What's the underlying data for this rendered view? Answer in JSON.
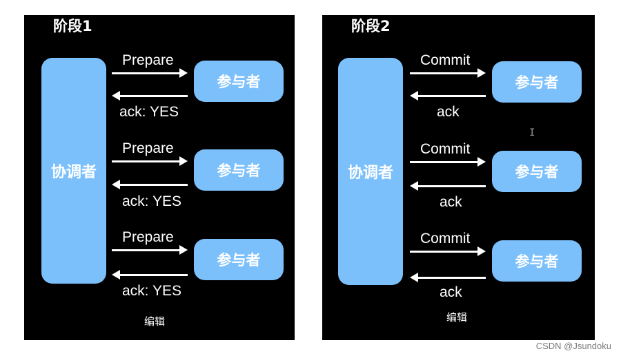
{
  "phase1": {
    "title": "阶段1",
    "coordinator": "协调者",
    "rows": [
      {
        "request": "Prepare",
        "participant": "参与者",
        "reply": "ack: YES"
      },
      {
        "request": "Prepare",
        "participant": "参与者",
        "reply": "ack: YES"
      },
      {
        "request": "Prepare",
        "participant": "参与者",
        "reply": "ack: YES"
      }
    ],
    "edit_label": "编辑"
  },
  "phase2": {
    "title": "阶段2",
    "coordinator": "协调者",
    "rows": [
      {
        "request": "Commit",
        "participant": "参与者",
        "reply": "ack"
      },
      {
        "request": "Commit",
        "participant": "参与者",
        "reply": "ack"
      },
      {
        "request": "Commit",
        "participant": "参与者",
        "reply": "ack"
      }
    ],
    "edit_label": "编辑"
  },
  "watermark": "CSDN @Jsundoku",
  "colors": {
    "panel": "#000000",
    "box": "#7cc0fb",
    "text": "#ffffff"
  },
  "icons": {
    "cursor": "text-cursor-icon"
  }
}
